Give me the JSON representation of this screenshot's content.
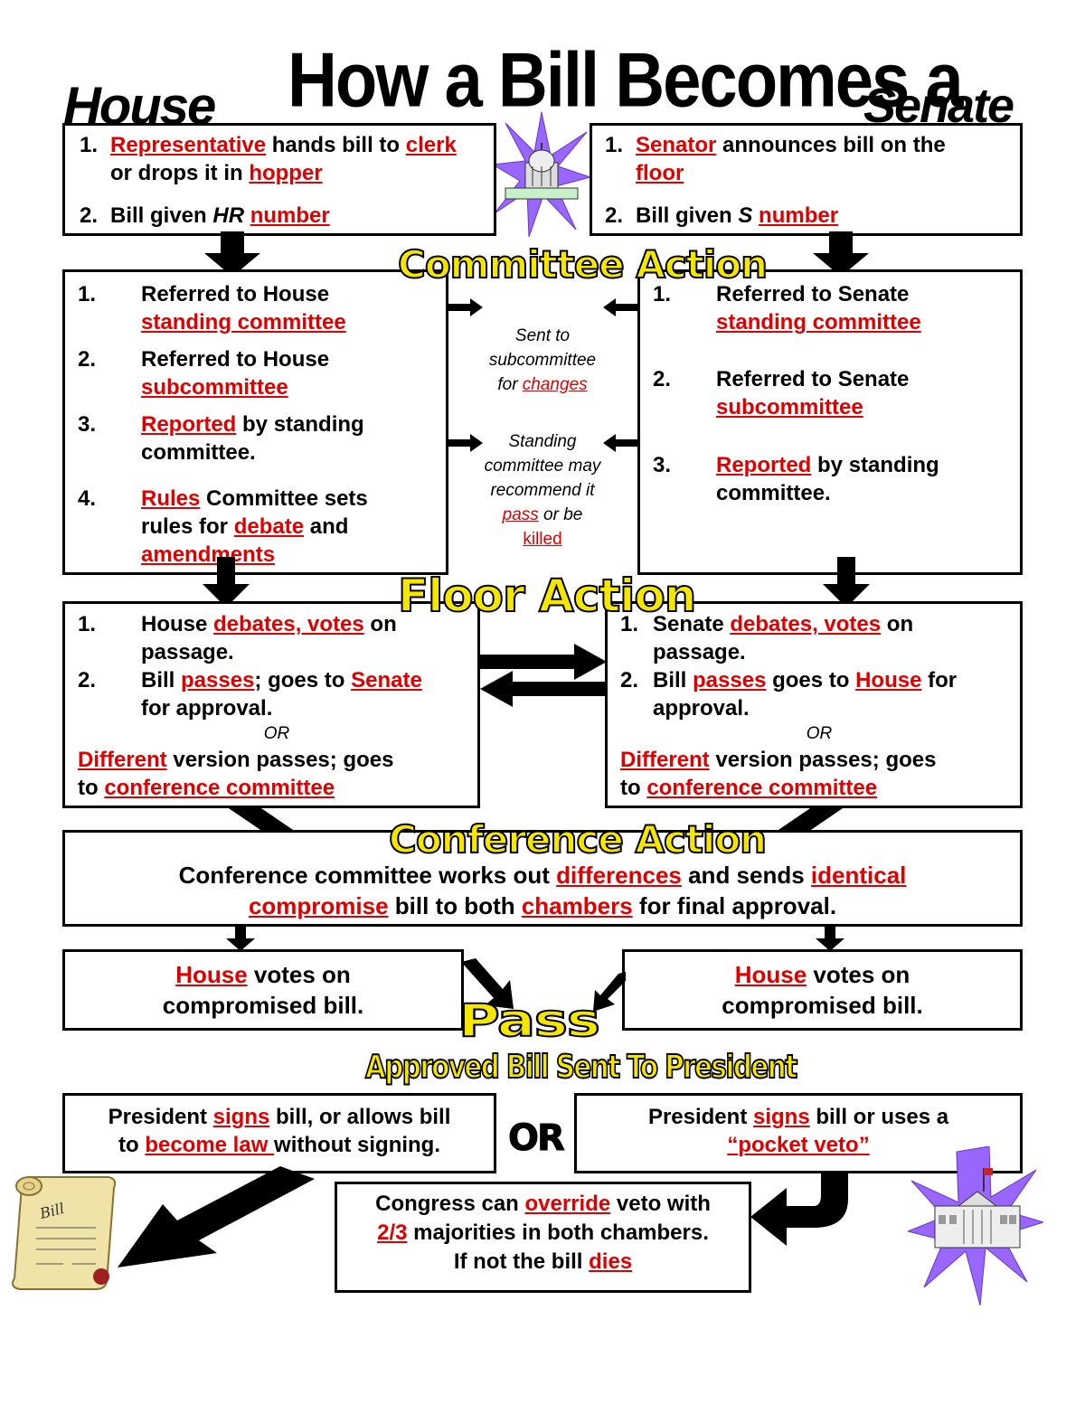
{
  "title": "How a Bill Becomes a Law",
  "house_label": "House",
  "senate_label": "Senate",
  "intro": {
    "house": {
      "s1_num": "1.",
      "s1_a": "Representative",
      "s1_b": " hands bill to ",
      "s1_c": "clerk",
      "s1_d": "or drops it in ",
      "s1_e": "hopper",
      "s2_num": "2.",
      "s2_a": "Bill given ",
      "s2_b": "HR",
      "s2_c": "number"
    },
    "senate": {
      "s1_num": "1.",
      "s1_a": "Senator",
      "s1_b": " announces bill on the",
      "s1_c": "floor",
      "s2_num": "2.",
      "s2_a": "Bill given ",
      "s2_b": "S",
      "s2_c": "number"
    }
  },
  "committee_action": {
    "heading": "Committee Action",
    "house_steps": [
      {
        "num": "1.",
        "a": "Referred to House",
        "b": "standing committee"
      },
      {
        "num": "2.",
        "a": "Referred to House",
        "b": "subcommittee"
      },
      {
        "num": "3.",
        "a": "Reported",
        "b": " by standing",
        "c": "committee."
      },
      {
        "num": "4.",
        "a": "Rules",
        "b": " Committee sets",
        "c": "rules for ",
        "d": "debate",
        "e": " and",
        "f": "amendments"
      }
    ],
    "middle": {
      "t1": "Sent to",
      "t2": "subcommittee",
      "t3": "for ",
      "t3r": "changes",
      "t4": "Standing",
      "t5": "committee may",
      "t6": "recommend it",
      "t7r": "pass",
      "t7": " or be",
      "t8r": "killed"
    },
    "senate_steps": [
      {
        "num": "1.",
        "a": "Referred to Senate",
        "b": "standing committee"
      },
      {
        "num": "2.",
        "a": "Referred to Senate",
        "b": "subcommittee"
      },
      {
        "num": "3.",
        "a": "Reported",
        "b": " by standing",
        "c": "committee."
      }
    ]
  },
  "floor_action": {
    "heading": "Floor Action",
    "house": {
      "n1": "1.",
      "l1a": "House ",
      "l1b": "debates, votes",
      "l1c": " on",
      "l1d": "passage.",
      "n2": "2.",
      "l2a": "Bill ",
      "l2b": "passes",
      "l2c": "; goes to ",
      "l2d": "Senate",
      "l2e": "for approval.",
      "or": "OR",
      "l3a": "Different",
      "l3b": " version passes; goes",
      "l3c": "to ",
      "l3d": "conference committee"
    },
    "senate": {
      "n1": "1.",
      "l1a": "Senate ",
      "l1b": "debates, votes",
      "l1c": " on",
      "l1d": "passage.",
      "n2": "2.",
      "l2a": "Bill ",
      "l2b": "passes",
      "l2c": " goes to ",
      "l2d": "House",
      "l2e": " for",
      "l2f": "approval.",
      "or": "OR",
      "l3a": "Different",
      "l3b": " version passes; goes",
      "l3c": "to ",
      "l3d": "conference committee"
    }
  },
  "conference_action": {
    "heading": "Conference Action",
    "l1a": "Conference committee works out ",
    "l1b": "differences",
    "l1c": " and sends ",
    "l1d": "identical",
    "l2a": "compromise",
    "l2b": " bill to both ",
    "l2c": "chambers",
    "l2d": " for final approval."
  },
  "votes": {
    "left": {
      "a": "House",
      "b": " votes on",
      "c": "compromised bill."
    },
    "right": {
      "a": "House",
      "b": " votes on",
      "c": "compromised bill."
    }
  },
  "pass_label": "Pass",
  "president_heading": "Approved Bill Sent To President",
  "president": {
    "left": {
      "a": "President ",
      "b": "signs",
      "c": " bill, or allows bill",
      "d": "to ",
      "e": "become law ",
      "f": "without signing."
    },
    "or": "OR",
    "right": {
      "a": "President ",
      "b": "signs",
      "c": " bill or uses a",
      "d": "“",
      "e": "pocket veto",
      "f": "”"
    }
  },
  "override": {
    "a": "Congress can ",
    "b": "override",
    "c": " veto with",
    "d": "2/3",
    "e": " majorities in both chambers.",
    "f": "If not the bill ",
    "g": "dies"
  },
  "bill_scroll_label": "Bill",
  "colors": {
    "keyword": "#e00000",
    "heading_fill": "#f5e600",
    "star": "#9966ff"
  }
}
